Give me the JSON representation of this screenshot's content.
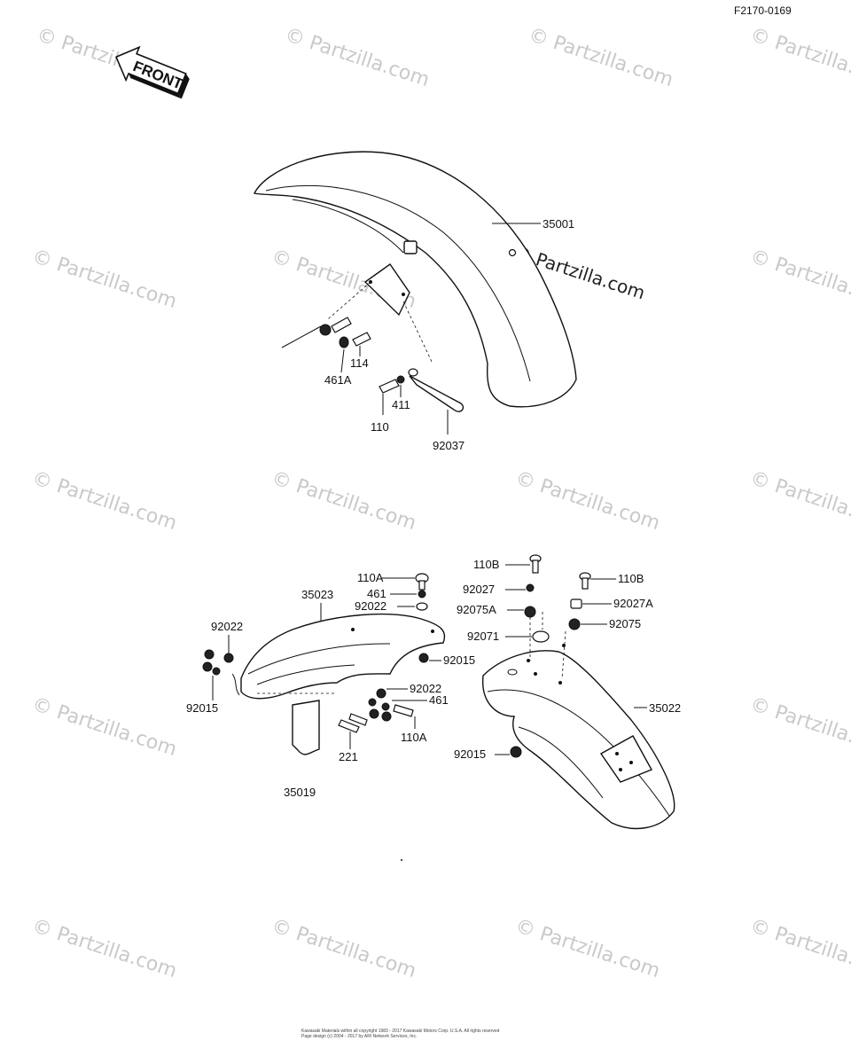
{
  "diagram_id": "F2170-0169",
  "front_label": "FRONT",
  "watermark": "© Partzilla.com",
  "parts": {
    "p35001": "35001",
    "p114": "114",
    "p461A": "461A",
    "p411": "411",
    "p110": "110",
    "p92037": "92037",
    "p110A_top": "110A",
    "p461_top": "461",
    "p92022_top": "92022",
    "p35023": "35023",
    "p92022_left": "92022",
    "p92015_rear_left": "92015",
    "p92015_left": "92015",
    "p92022_mid": "92022",
    "p461_mid": "461",
    "p110A_mid": "110A",
    "p221": "221",
    "p35019": "35019",
    "p110B_left": "110B",
    "p92027": "92027",
    "p92075A": "92075A",
    "p92071": "92071",
    "p110B_right": "110B",
    "p92027A": "92027A",
    "p92075": "92075",
    "p35022": "35022",
    "p92015_bottom": "92015"
  },
  "footer": {
    "line1": "Kawasaki Materials within all copyright 1983 - 2017 Kawasaki Motors Corp. U.S.A. All rights reserved",
    "line2": "Page design (c) 2004 - 2017 by ARI Network Services, Inc."
  }
}
